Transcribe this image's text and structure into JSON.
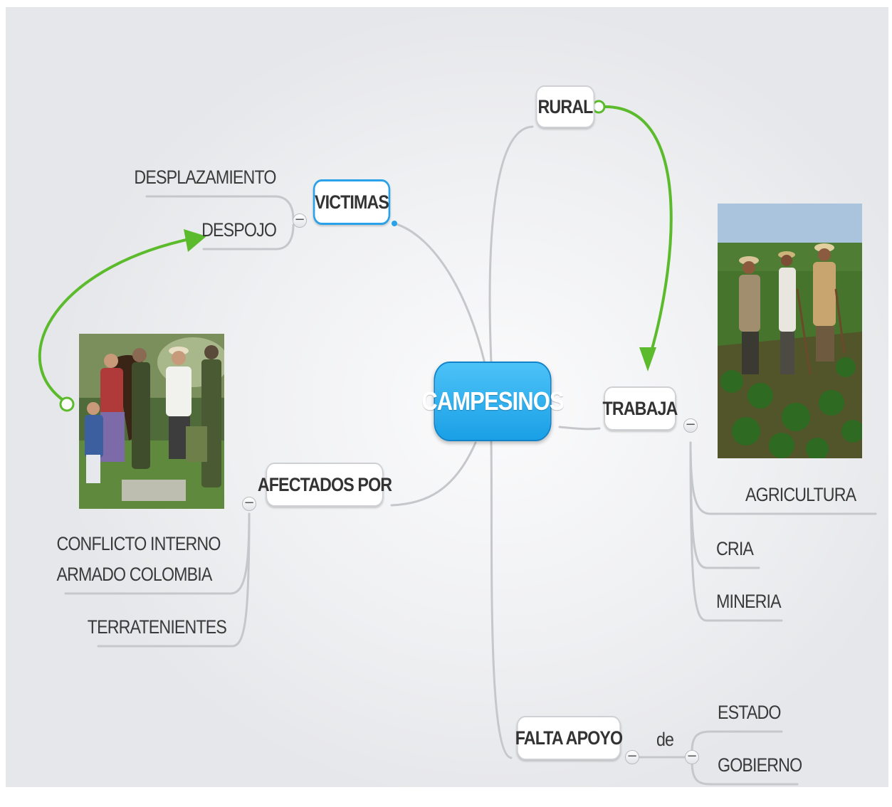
{
  "central": {
    "label": "CAMPESINOS"
  },
  "branches": {
    "victimas": {
      "label": "VICTIMAS",
      "children": [
        "DESPLAZAMIENTO",
        "DESPOJO"
      ]
    },
    "afectados": {
      "label": "AFECTADOS POR",
      "children": [
        "CONFLICTO INTERNO\nARMADO COLOMBIA",
        "TERRATENIENTES"
      ]
    },
    "rural": {
      "label": "RURAL"
    },
    "trabaja": {
      "label": "TRABAJA",
      "children": [
        "AGRICULTURA",
        "CRIA",
        "MINERIA"
      ]
    },
    "falta_apoyo": {
      "label": "FALTA APOYO",
      "connector": "de",
      "children": [
        "ESTADO",
        "GOBIERNO"
      ]
    }
  },
  "toggle_symbol": "−",
  "images": [
    {
      "subject": "campesinos-con-soldados-photo"
    },
    {
      "subject": "campesinos-trabajando-en-cultivo-photo"
    }
  ],
  "colors": {
    "central_fill": "#1aa0e6",
    "selected_border": "#2aa2ea",
    "relationship_arrow": "#5cbb2c",
    "connector_line": "#c3c4c7"
  }
}
